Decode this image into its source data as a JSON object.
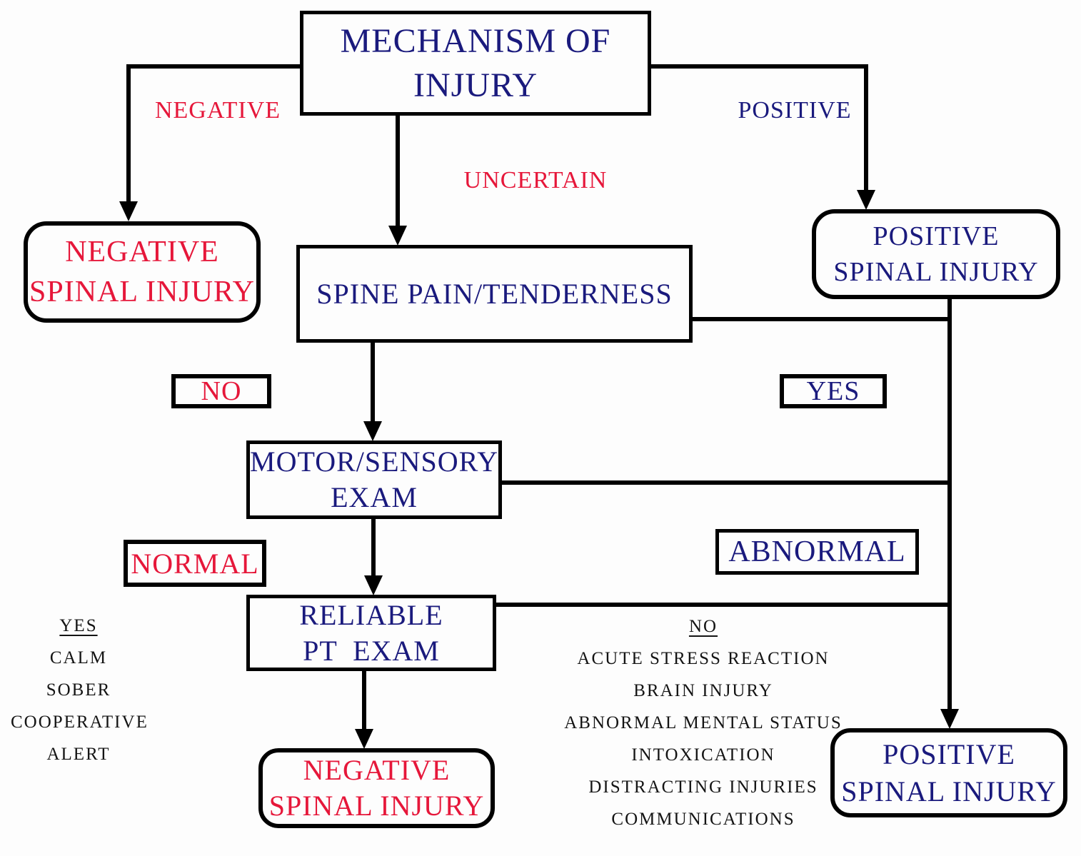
{
  "colors": {
    "navy": "#1a1a7d",
    "red": "#e6173a",
    "line": "#000000",
    "page_bg": "#fdfdfd"
  },
  "nodes": {
    "mechanism": {
      "line1": "MECHANISM OF",
      "line2": "INJURY"
    },
    "spine_pain": {
      "label": "SPINE PAIN/TENDERNESS"
    },
    "motor_sensory": {
      "line1": "MOTOR/SENSORY",
      "line2": "EXAM"
    },
    "reliable_pt": {
      "line1": "RELIABLE",
      "line2": "PT  EXAM"
    },
    "negative_spinal_left": {
      "line1": "NEGATIVE",
      "line2": "SPINAL INJURY"
    },
    "positive_spinal_right": {
      "line1": "POSITIVE",
      "line2": "SPINAL INJURY"
    },
    "negative_spinal_bottom": {
      "line1": "NEGATIVE",
      "line2": "SPINAL INJURY"
    },
    "positive_spinal_bottom": {
      "line1": "POSITIVE",
      "line2": "SPINAL INJURY"
    }
  },
  "edge_labels": {
    "negative": "NEGATIVE",
    "positive": "POSITIVE",
    "uncertain": "UNCERTAIN",
    "no": "NO",
    "yes": "YES",
    "normal": "NORMAL",
    "abnormal": "ABNORMAL"
  },
  "reliable_criteria": {
    "heading": "YES",
    "items": [
      "CALM",
      "SOBER",
      "COOPERATIVE",
      "ALERT"
    ]
  },
  "unreliable_criteria": {
    "heading": "NO",
    "items": [
      "ACUTE STRESS REACTION",
      "BRAIN INJURY",
      "ABNORMAL MENTAL STATUS",
      "INTOXICATION",
      "DISTRACTING INJURIES",
      "COMMUNICATIONS"
    ]
  }
}
